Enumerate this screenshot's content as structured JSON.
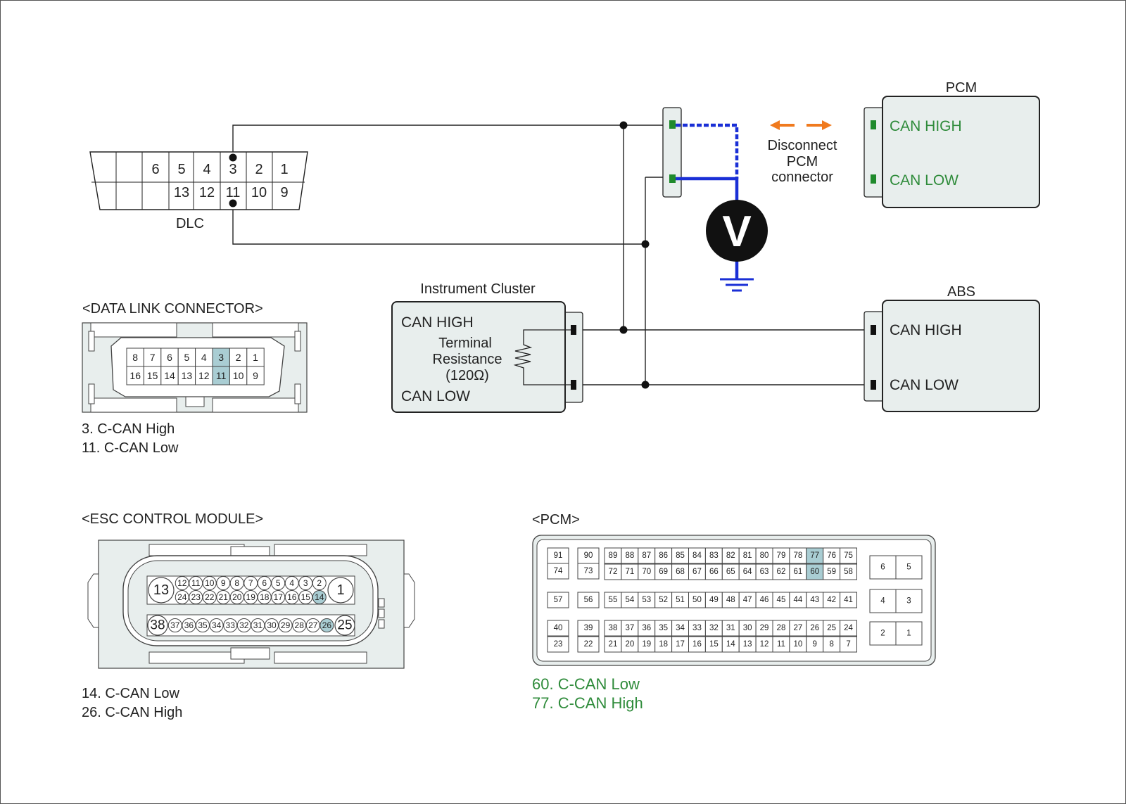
{
  "colors": {
    "line": "#222222",
    "meter_wire": "#1a2fd6",
    "pin_green": "#1f8a2c",
    "text_green": "#2e8b3a",
    "arrow_orange": "#f07a1e",
    "housing_fill": "#e8eeed",
    "highlight_pin": "#a9cdd3"
  },
  "dlc_top": {
    "label": "DLC",
    "top_row": [
      "6",
      "5",
      "4",
      "3",
      "2",
      "1"
    ],
    "bottom_row": [
      "13",
      "12",
      "11",
      "10",
      "9"
    ]
  },
  "meter": {
    "symbol": "V",
    "probe_icon": "voltmeter-icon",
    "ground_icon": "ground-icon"
  },
  "disconnect_note": {
    "line1": "Disconnect",
    "line2": "PCM",
    "line3": "connector",
    "arrow_icon": "double-arrow-icon"
  },
  "pcm_module": {
    "title": "PCM",
    "can_high": "CAN HIGH",
    "can_low": "CAN LOW"
  },
  "abs_module": {
    "title": "ABS",
    "can_high": "CAN HIGH",
    "can_low": "CAN LOW"
  },
  "cluster": {
    "title": "Instrument Cluster",
    "can_high": "CAN HIGH",
    "can_low": "CAN LOW",
    "res_line1": "Terminal",
    "res_line2": "Resistance",
    "res_line3": "(120Ω)",
    "resistor_icon": "resistor-icon"
  },
  "dlc_connector": {
    "title": "<DATA LINK CONNECTOR>",
    "top_row": [
      "8",
      "7",
      "6",
      "5",
      "4",
      "3",
      "2",
      "1"
    ],
    "bottom_row": [
      "16",
      "15",
      "14",
      "13",
      "12",
      "11",
      "10",
      "9"
    ],
    "highlighted": [
      "3",
      "11"
    ],
    "notes": [
      "3. C-CAN High",
      "11. C-CAN Low"
    ]
  },
  "esc_module": {
    "title": "<ESC CONTROL MODULE>",
    "left_big_top": "13",
    "right_big_top": "1",
    "left_big_bottom": "38",
    "right_big_bottom": "25",
    "row1": [
      "12",
      "11",
      "10",
      "9",
      "8",
      "7",
      "6",
      "5",
      "4",
      "3",
      "2"
    ],
    "row2": [
      "24",
      "23",
      "22",
      "21",
      "20",
      "19",
      "18",
      "17",
      "16",
      "15",
      "14"
    ],
    "row3": [
      "37",
      "36",
      "35",
      "34",
      "33",
      "32",
      "31",
      "30",
      "29",
      "28",
      "27",
      "26"
    ],
    "highlighted": [
      "14",
      "26"
    ],
    "notes": [
      "14. C-CAN Low",
      "26. C-CAN High"
    ]
  },
  "pcm_connector": {
    "title": "<PCM>",
    "col_a": [
      [
        "91",
        "74"
      ],
      [
        "57"
      ],
      [
        "40",
        "23"
      ]
    ],
    "col_b": [
      [
        "90",
        "73"
      ],
      [
        "56"
      ],
      [
        "39",
        "22"
      ]
    ],
    "main_r1": [
      "89",
      "88",
      "87",
      "86",
      "85",
      "84",
      "83",
      "82",
      "81",
      "80",
      "79",
      "78",
      "77",
      "76",
      "75"
    ],
    "main_r2": [
      "72",
      "71",
      "70",
      "69",
      "68",
      "67",
      "66",
      "65",
      "64",
      "63",
      "62",
      "61",
      "60",
      "59",
      "58"
    ],
    "main_r3": [
      "55",
      "54",
      "53",
      "52",
      "51",
      "50",
      "49",
      "48",
      "47",
      "46",
      "45",
      "44",
      "43",
      "42",
      "41"
    ],
    "main_r4": [
      "38",
      "37",
      "36",
      "35",
      "34",
      "33",
      "32",
      "31",
      "30",
      "29",
      "28",
      "27",
      "26",
      "25",
      "24"
    ],
    "main_r5": [
      "21",
      "20",
      "19",
      "18",
      "17",
      "16",
      "15",
      "14",
      "13",
      "12",
      "11",
      "10",
      "9",
      "8",
      "7"
    ],
    "power": [
      [
        "6",
        "5"
      ],
      [
        "4",
        "3"
      ],
      [
        "2",
        "1"
      ]
    ],
    "highlighted": [
      "77",
      "60"
    ],
    "notes": [
      "60. C-CAN Low",
      "77. C-CAN High"
    ]
  }
}
